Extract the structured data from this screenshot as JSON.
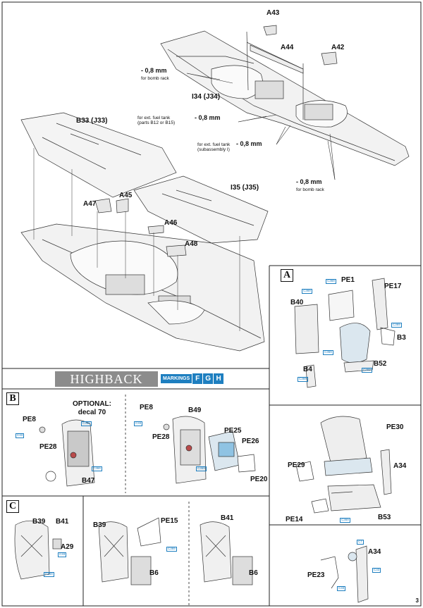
{
  "page_number": "3",
  "sections": {
    "A": "A",
    "B": "B",
    "C": "C"
  },
  "banner": {
    "title": "HIGHBACK",
    "markings_label": "MARKINGS",
    "markings_variants": [
      "F",
      "G",
      "H"
    ]
  },
  "wing_parts": {
    "a43": "A43",
    "a44": "A44",
    "a42": "A42",
    "i34": "I34 (J34)",
    "b33": "B33 (J33)",
    "i35": "I35 (J35)",
    "a45": "A45",
    "a46": "A46",
    "a47": "A47",
    "a48": "A48"
  },
  "drill_notes": [
    {
      "size": "- 0,8 mm",
      "note": "for bomb rack"
    },
    {
      "size": "- 0,8 mm",
      "note": "for ext. fuel tank\n(parts B12 or B15)"
    },
    {
      "size": "- 0,8 mm",
      "note": "for ext. fuel tank\n(subassembly I)"
    },
    {
      "size": "- 0,8 mm",
      "note": "for bomb rack"
    }
  ],
  "section_a": {
    "parts": [
      "PE1",
      "PE17",
      "B40",
      "B3",
      "B52",
      "B4"
    ],
    "colors": [
      "C369",
      "C369",
      "C369",
      "C369",
      "C369",
      "C369"
    ]
  },
  "section_b": {
    "optional": "OPTIONAL:\ndecal 70",
    "left_parts": [
      "PE8",
      "PE28",
      "B47"
    ],
    "right_parts": [
      "PE8",
      "PE28",
      "B49",
      "PE25",
      "PE26",
      "PE20"
    ],
    "colors": [
      "C33",
      "C369",
      "C369",
      "C33",
      "C369"
    ]
  },
  "section_seat": {
    "parts": [
      "PE30",
      "PE29",
      "A34",
      "PE14",
      "B53"
    ],
    "colors": [
      "C369"
    ]
  },
  "section_c": {
    "left_parts": [
      "B39",
      "B41",
      "A29"
    ],
    "mid_parts": [
      "B39",
      "PE15",
      "B6"
    ],
    "right_parts": [
      "B41",
      "B6"
    ],
    "colors": [
      "C33",
      "C369",
      "C369"
    ]
  },
  "section_mg": {
    "parts": [
      "A34",
      "PE23"
    ],
    "colors": [
      "C7",
      "C33",
      "C33"
    ]
  }
}
